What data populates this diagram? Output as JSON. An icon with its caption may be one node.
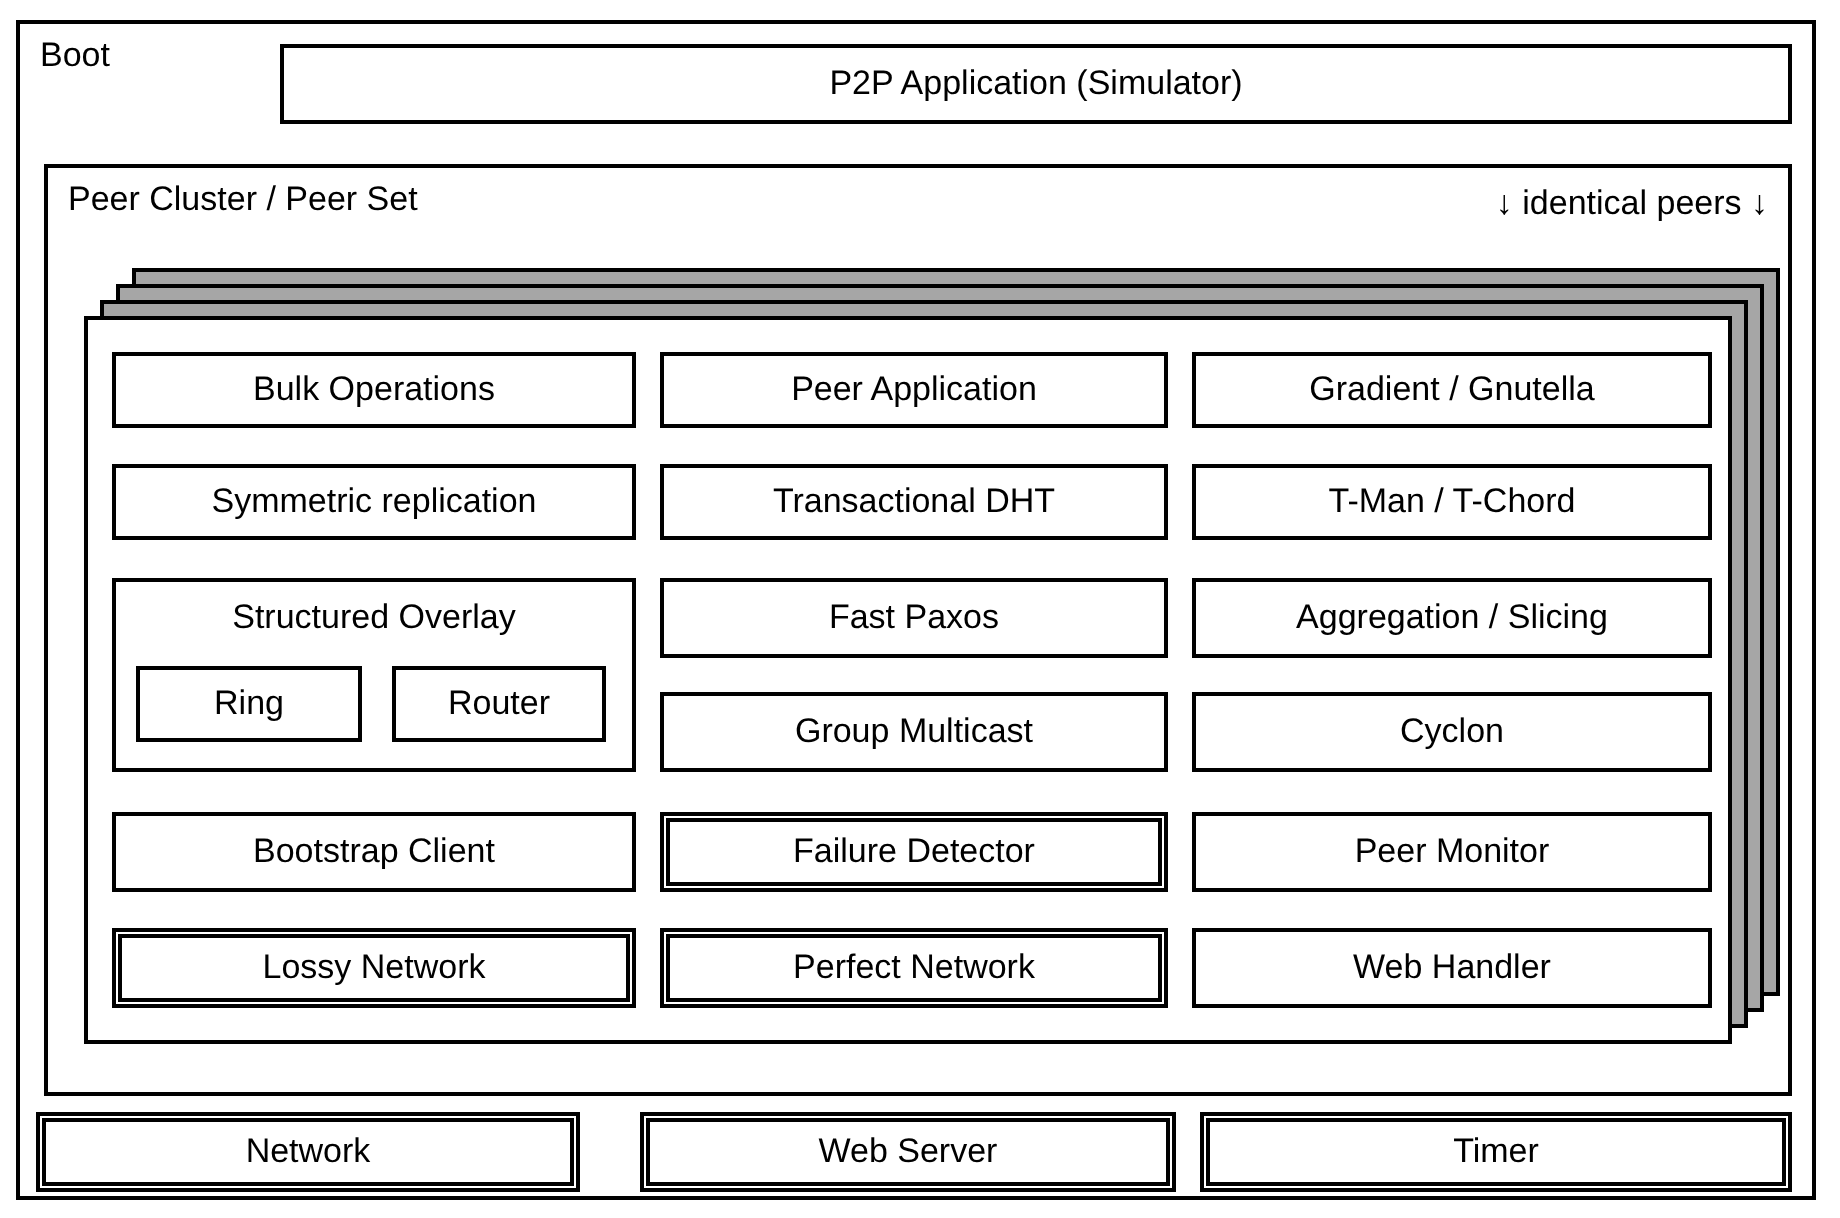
{
  "diagram": {
    "nodes": [
      {
        "text": [
          "Boot"
        ]
      },
      {
        "text": [
          "P2P Application (Simulator)"
        ],
        "in": 0
      },
      {
        "text": [
          "Peer Cluster / Peer Set",
          "↓ identical peers ↓"
        ],
        "in": 0
      },
      {
        "text": [],
        "shape": "box",
        "in": 2
      },
      {
        "text": [
          "Bulk Operations"
        ],
        "in": 3
      },
      {
        "text": [
          "Peer Application"
        ],
        "in": 3
      },
      {
        "text": [
          "Gradient / Gnutella"
        ],
        "in": 3
      },
      {
        "text": [
          "Symmetric replication"
        ],
        "in": 3
      },
      {
        "text": [
          "Transactional DHT"
        ],
        "in": 3
      },
      {
        "text": [
          "T-Man / T-Chord"
        ],
        "in": 3
      },
      {
        "text": [
          "Structured Overlay"
        ],
        "in": 3
      },
      {
        "text": [
          "Ring"
        ],
        "in": 10
      },
      {
        "text": [
          "Router"
        ],
        "in": 10
      },
      {
        "text": [
          "Fast Paxos"
        ],
        "in": 3
      },
      {
        "text": [
          "Aggregation / Slicing"
        ],
        "in": 3
      },
      {
        "text": [
          "Group Multicast"
        ],
        "in": 3
      },
      {
        "text": [
          "Cyclon"
        ],
        "in": 3
      },
      {
        "text": [
          "Bootstrap Client"
        ],
        "in": 3
      },
      {
        "text": [
          "Failure Detector"
        ],
        "in": 3
      },
      {
        "text": [
          "Peer Monitor"
        ],
        "in": 3
      },
      {
        "text": [
          "Lossy Network"
        ],
        "in": 3
      },
      {
        "text": [
          "Perfect Network"
        ],
        "in": 3
      },
      {
        "text": [
          "Web Handler"
        ],
        "in": 3
      },
      {
        "text": [
          "Network"
        ],
        "in": 0
      },
      {
        "text": [
          "Web Server"
        ],
        "in": 0
      },
      {
        "text": [
          "Timer"
        ],
        "in": 0
      }
    ]
  }
}
